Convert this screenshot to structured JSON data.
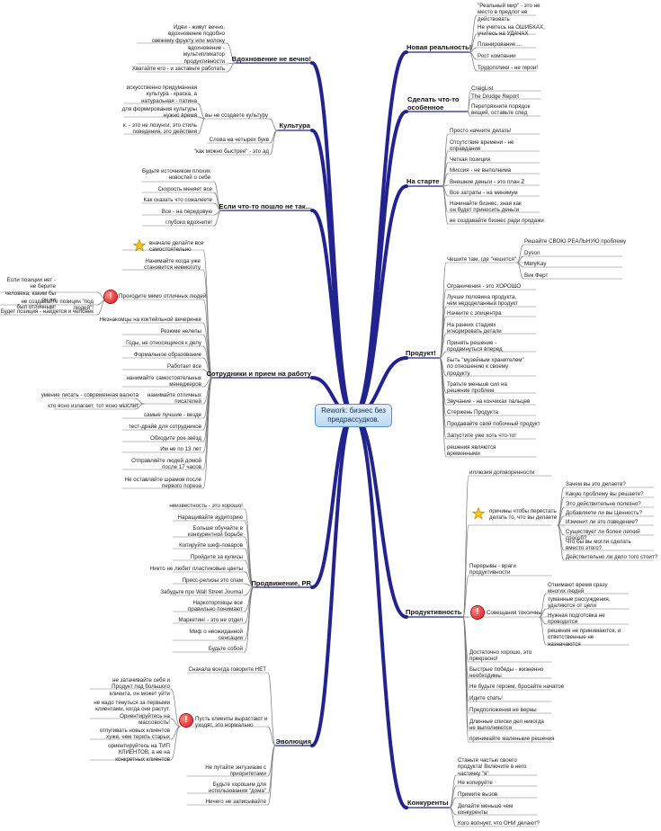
{
  "center_text": "Rework: бизнес без\nпредрассудков.",
  "nodes": {
    "main_nr": "Новая реальность!",
    "nr1": "\"Реальный мир\" - это не\nместо в предлог не\nдействовать",
    "nr2": "Не учитесь на ОШИБКАХ,\nучитесь на УДАЧАХ",
    "nr3": "Планирование....",
    "nr4": "Рост компании",
    "nr5": "Трудоголики - не герои!",
    "main_so": "Сделать что-то\nособенное",
    "so1": "CraigList",
    "so2": "The Drudge Report",
    "so3": "Перетряхните порядок\nвещей, оставьте след",
    "main_start": "На старте",
    "st1": "Просто начните делать!",
    "st2": "Отсутствие времени - не\nоправдание",
    "st3": "Четкая позиция",
    "st4": "Миссия - не выполнима",
    "st5": "Внешние деньги - это план Z",
    "st6": "Все затраты - на минимум",
    "st7": "Начинайте бизнес, зная как\nон будет приносить деньги",
    "st8": "не создавайте бизнес ради продажи",
    "main_prod": "Продукт!",
    "p_chesh": "Чешите там, где \"чешется\"",
    "pc1": "Решайте СВОЮ РЕАЛЬНУЮ проблему",
    "pc2": "Dyson",
    "pc3": "MaryKay",
    "pc4": "Вик Ферт",
    "p1": "Ограничения - это ХОРОШО",
    "p2": "Лучше половина продукта,\nчем недоделанный продукт",
    "p3": "Начните с эпицентра",
    "p4": "На ранних стадиях\nигнорировать детали",
    "p5": "Принять решение -\nпродвинуться вперед",
    "p6": "Быть \"музейным хранителем\"\nпо отношению к своему\nпродукту",
    "p7": "Тратьте меньше сил на\nрешение проблем",
    "p8": "Звучание - на кончиках пальцев",
    "p9": "Стержень Продукта",
    "p10": "Продавайте свой побочный продукт",
    "p11": "Запустите уже хоть что-то!",
    "p12": "решения являются\nвременными",
    "main_eff": "Продуктивность",
    "e_ill": "иллюзия договоренности",
    "e_reasons": "причины чтобы перестать\nделать то, что вы делаете",
    "er1": "Зачем вы это делаете?",
    "er2": "Какую проблему вы решаете?",
    "er3": "Это действительно полезно?",
    "er4": "Добавляете ли вы Ценность?",
    "er5": "Изменит ли это поведение?",
    "er6": "Существует ли более легкий способ?",
    "er7": "Что бы вы могли сделать\nвместо этого?",
    "er8": "Действительно ли дело того стоит?",
    "e_breaks": "Перерывы - враги\nпродуктивности",
    "e_meet": "Совещания токсичны",
    "em1": "Отнимают время сразу\nмногих людей",
    "em2": "туманные рассуждения,\nудаляются от цели",
    "em3": "Нужная подготовка не\nпроводится",
    "em4": "решения не принимаются, и\nответственные не\nназначаются",
    "e_good": "Достаточно хорошо, это\nпрекрасно!",
    "e_quick": "Быстрые победы - жизненно\nнеобходимы",
    "e_hero": "Не будьте героем, бросайте начатое",
    "e_sleep": "Идите спать!",
    "e_est": "Предположения не верны",
    "e_lists": "Длинные списки дел никогда\nне выполняются",
    "e_small": "принимайте маленькие решения",
    "main_comp": "Конкуренты",
    "c1": "Станьте частью своего\nпродукта! Включите в него\nчастичку \"я\"",
    "c2": "Не копируйте",
    "c3": "Примите вызов",
    "c4": "Делайте меньше чем\nконкуренты",
    "c5": "Кого волнует, что ОНИ делают?",
    "main_insp": "Вдохновение не вечно!",
    "i1": "Идеи - живут вечно,\nвдохновение подобно\nсвежему фрукту или молоку",
    "i2": "вдохновение -\nмультипликатор\nпродуктивности",
    "i3": "Хватайте его - и заставьте работать",
    "main_cult": "Культура",
    "cu_you": "вы не создаете культуру",
    "cu1": "искусственно придуманная\nкультура - краска, а\nнатуральная - патина",
    "cu2": "для формирования культуры\nнужно время",
    "cu3": "к. - это не лозунги, это стиль\nповедения, это действия",
    "cu4": "Слова на четырех букв",
    "cu5": "\"как можно быстрее\" - это ад",
    "main_wrong": "Если что-то пошло не так...",
    "w1": "Будьте источником плохих\nновостей о себе",
    "w2": "Скорость меняет все",
    "w3": "Как сказать что сожалеете",
    "w4": "Все - на передовую",
    "w5": "глубоко вдохните!",
    "main_staff": "Сотрудники и прием на работу",
    "s_first": "вначале делайте все\nсамостоятельно",
    "s_hire": "Нанимайте когда уже\nстановится невмоготу",
    "s_pass": "Проходите мимо отличных людей",
    "sp1": "Если позиции нет - не берите\nчеловека, каким бы он ни\nбыл отличным!",
    "sp2": "не создавайте позиции \"под людей\"!",
    "sp3": "Будет позиция - найдется и человек",
    "s1": "Незнакомцы на коктейльной вечеринке",
    "s2": "Резюме нелепы",
    "s3": "Годы, не относящиеся к делу",
    "s4": "Формальное образование",
    "s5": "Работает все",
    "s6": "нанимайте самостоятельных\nменеджеров",
    "s_writers": "нанимайте отличных\nписателей",
    "sw1": "умение писать - современная валюта",
    "sw2": "кто ясно излагает, тот ясно мыслит",
    "s7": "самые лучшие - везде",
    "s8": "тест-драйв для сотрудников",
    "s9": "Обходите рок-звёзд",
    "s10": "Им не по 13 лет",
    "s11": "Отправляйте людей домой\nпосле 17 часов",
    "s12": "Не оставляйте шрамов после\nпервого пореза",
    "main_pr": "Продвижение, PR",
    "pr1": "неизвестность - это хорошо!",
    "pr2": "Наращивайте аудиторию",
    "pr3": "Больше обучайте в\nконкурентной борьбе",
    "pr4": "Копируйте шеф-поваров",
    "pr5": "Пройдите за кулисы",
    "pr6": "Никто не любит пластиковые цветы",
    "pr7": "Пресс-релизы это спам",
    "pr8": "Забудьте про Wall Street Journal",
    "pr9": "Наркоторговцы все\nправильно понимают",
    "pr10": "Маркетинг - это не отдел",
    "pr11": "Миф о неожиданной\nсенсации",
    "pr12": "Будьте собой",
    "main_evo": "Эволюция",
    "ev0": "Сначала всегда говорите НЕТ",
    "ev_grow": "Пусть клиенты вырастают и\nуходят, это нормально",
    "eg1": "не затачивайте себя и\nПродукт под большого\nклиента, он может уйти",
    "eg2": "не надо тянуться за первыми\nклиентами, когда они растут.\nОриентируйтесь на\nмассовость!",
    "eg3": "отпугивать новых клиентов\nхуже, чем терять старых",
    "eg4": "ориентируйтесь на ТИП\nКЛИЕНТОВ, а не на\nконкретных клиентов",
    "ev1": "Не путайте энтузиазм с\nприоритетами",
    "ev2": "Будьте хорошим для\nиспользования \"дома\"",
    "ev3": "Ничего не записывайте"
  },
  "colors": {
    "branch": "#23238f",
    "sub": "#7a7a7a",
    "center_border": "#5f8fbe"
  },
  "icons": {
    "star": "star-icon",
    "warning": "warning-icon"
  }
}
